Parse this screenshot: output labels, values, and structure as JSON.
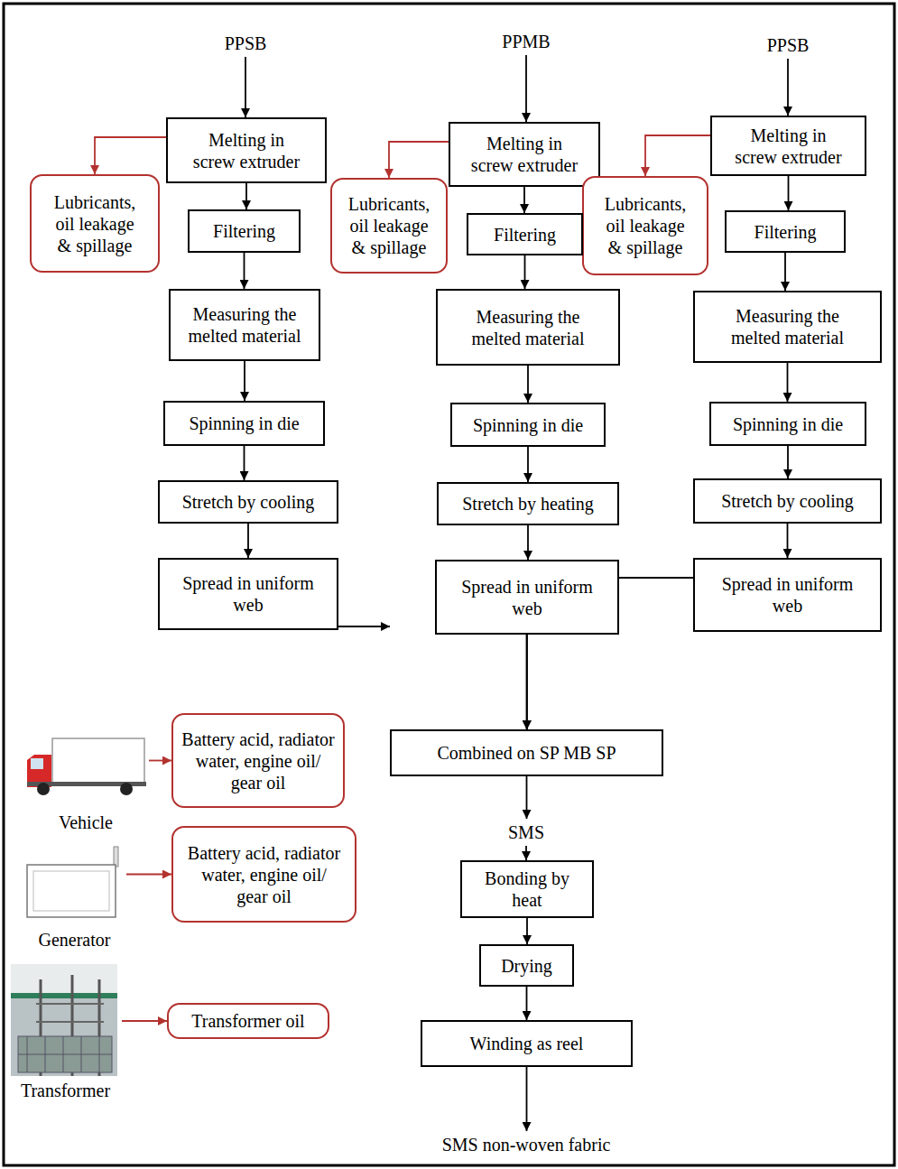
{
  "diagram": {
    "nodes": [
      {
        "text": [
          "PPSB"
        ]
      },
      {
        "text": [
          "PPMB"
        ]
      },
      {
        "text": [
          "PPSB"
        ]
      },
      {
        "text": [
          "Melting in screw extruder"
        ]
      },
      {
        "text": [
          "Melting in screw extruder"
        ]
      },
      {
        "text": [
          "Melting in screw extruder"
        ]
      },
      {
        "text": [
          "Lubricants, oil leakage & spillage"
        ]
      },
      {
        "text": [
          "Lubricants, oil leakage & spillage"
        ]
      },
      {
        "text": [
          "Lubricants, oil leakage & spillage"
        ]
      },
      {
        "text": [
          "Filtering"
        ]
      },
      {
        "text": [
          "Filtering"
        ]
      },
      {
        "text": [
          "Filtering"
        ]
      },
      {
        "text": [
          "Measuring the melted material"
        ]
      },
      {
        "text": [
          "Measuring the melted material"
        ]
      },
      {
        "text": [
          "Measuring the melted material"
        ]
      },
      {
        "text": [
          "Spinning in die"
        ]
      },
      {
        "text": [
          "Spinning in die"
        ]
      },
      {
        "text": [
          "Spinning in die"
        ]
      },
      {
        "text": [
          "Stretch by cooling"
        ]
      },
      {
        "text": [
          "Stretch by heating"
        ]
      },
      {
        "text": [
          "Stretch by cooling"
        ]
      },
      {
        "text": [
          "Spread in uniform web"
        ]
      },
      {
        "text": [
          "Spread in uniform web"
        ]
      },
      {
        "text": [
          "Spread in uniform web"
        ]
      },
      {
        "text": [
          "Vehicle"
        ]
      },
      {
        "text": [
          "Battery acid, radiator water, engine oil/ gear oil"
        ]
      },
      {
        "text": [
          "Combined on SP MB SP"
        ]
      },
      {
        "text": [
          "SMS"
        ]
      },
      {
        "text": [
          "Generator"
        ]
      },
      {
        "text": [
          "Battery acid, radiator water, engine oil/ gear oil"
        ]
      },
      {
        "text": [
          "Bonding by heat"
        ]
      },
      {
        "text": [
          "Drying"
        ]
      },
      {
        "text": [
          "Transformer"
        ]
      },
      {
        "text": [
          "Transformer oil"
        ]
      },
      {
        "text": [
          "Winding as reel"
        ]
      },
      {
        "text": [
          "SMS non-woven fabric"
        ]
      }
    ],
    "edges": [
      {
        "from": 0,
        "to": 3,
        "arrow": "to"
      },
      {
        "from": 1,
        "to": 4,
        "arrow": "to"
      },
      {
        "from": 2,
        "to": 5,
        "arrow": "to"
      },
      {
        "from": 3,
        "to": 6,
        "arrow": "to"
      },
      {
        "from": 4,
        "to": 7,
        "arrow": "to"
      },
      {
        "from": 5,
        "to": 8,
        "arrow": "to"
      },
      {
        "from": 3,
        "to": 9,
        "arrow": "to"
      },
      {
        "from": 4,
        "to": 10,
        "arrow": "to"
      },
      {
        "from": 5,
        "to": 11,
        "arrow": "to"
      },
      {
        "from": 9,
        "to": 12,
        "arrow": "to"
      },
      {
        "from": 10,
        "to": 13,
        "arrow": "to"
      },
      {
        "from": 11,
        "to": 14,
        "arrow": "to"
      },
      {
        "from": 12,
        "to": 15,
        "arrow": "to"
      },
      {
        "from": 13,
        "to": 16,
        "arrow": "to"
      },
      {
        "from": 14,
        "to": 17,
        "arrow": "to"
      },
      {
        "from": 15,
        "to": 18,
        "arrow": "to"
      },
      {
        "from": 16,
        "to": 19,
        "arrow": "to"
      },
      {
        "from": 17,
        "to": 20,
        "arrow": "to"
      },
      {
        "from": 18,
        "to": 21,
        "arrow": "to"
      },
      {
        "from": 19,
        "to": 22,
        "arrow": "to"
      },
      {
        "from": 20,
        "to": 23,
        "arrow": "to"
      },
      {
        "from": 21,
        "to": 26,
        "arrow": "to"
      },
      {
        "from": 22,
        "to": 26,
        "arrow": "to"
      },
      {
        "from": 23,
        "to": 26,
        "arrow": "to"
      },
      {
        "from": 26,
        "to": 27,
        "arrow": "to"
      },
      {
        "from": 27,
        "to": 30,
        "arrow": "to"
      },
      {
        "from": 30,
        "to": 31,
        "arrow": "to"
      },
      {
        "from": 31,
        "to": 34,
        "arrow": "to"
      },
      {
        "from": 34,
        "to": 35,
        "arrow": "to"
      },
      {
        "from": 24,
        "to": 25,
        "arrow": "to"
      },
      {
        "from": 28,
        "to": 29,
        "arrow": "to"
      },
      {
        "from": 32,
        "to": 33,
        "arrow": "to"
      }
    ]
  }
}
